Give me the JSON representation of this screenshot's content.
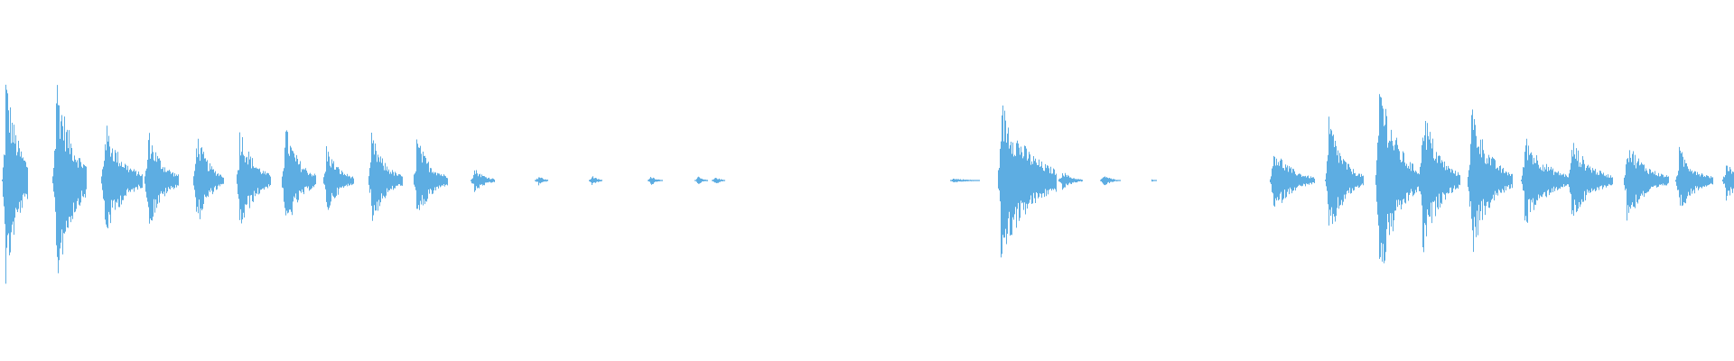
{
  "waveform": {
    "color": "#5dade2",
    "background": "#ffffff",
    "bursts": [
      {
        "t": 0.003,
        "amp": 0.99,
        "decay": 0.007,
        "dur": 0.013
      },
      {
        "t": 0.032,
        "amp": 1.0,
        "decay": 0.009,
        "dur": 0.018
      },
      {
        "t": 0.06,
        "amp": 0.55,
        "decay": 0.01,
        "dur": 0.022
      },
      {
        "t": 0.085,
        "amp": 0.48,
        "decay": 0.008,
        "dur": 0.018
      },
      {
        "t": 0.113,
        "amp": 0.45,
        "decay": 0.007,
        "dur": 0.016
      },
      {
        "t": 0.138,
        "amp": 0.5,
        "decay": 0.008,
        "dur": 0.018
      },
      {
        "t": 0.164,
        "amp": 0.52,
        "decay": 0.008,
        "dur": 0.018
      },
      {
        "t": 0.188,
        "amp": 0.32,
        "decay": 0.007,
        "dur": 0.016
      },
      {
        "t": 0.214,
        "amp": 0.42,
        "decay": 0.008,
        "dur": 0.018
      },
      {
        "t": 0.24,
        "amp": 0.4,
        "decay": 0.008,
        "dur": 0.018
      },
      {
        "t": 0.273,
        "amp": 0.12,
        "decay": 0.006,
        "dur": 0.012
      },
      {
        "t": 0.31,
        "amp": 0.05,
        "decay": 0.003,
        "dur": 0.006
      },
      {
        "t": 0.341,
        "amp": 0.05,
        "decay": 0.003,
        "dur": 0.006
      },
      {
        "t": 0.375,
        "amp": 0.05,
        "decay": 0.003,
        "dur": 0.007
      },
      {
        "t": 0.402,
        "amp": 0.04,
        "decay": 0.003,
        "dur": 0.006
      },
      {
        "t": 0.412,
        "amp": 0.04,
        "decay": 0.003,
        "dur": 0.006
      },
      {
        "t": 0.549,
        "amp": 0.02,
        "decay": 0.01,
        "dur": 0.03
      },
      {
        "t": 0.577,
        "amp": 0.72,
        "decay": 0.016,
        "dur": 0.032
      },
      {
        "t": 0.612,
        "amp": 0.1,
        "decay": 0.005,
        "dur": 0.012
      },
      {
        "t": 0.636,
        "amp": 0.06,
        "decay": 0.004,
        "dur": 0.01
      },
      {
        "t": 0.664,
        "amp": 0.01,
        "decay": 0.003,
        "dur": 0.004
      },
      {
        "t": 0.734,
        "amp": 0.32,
        "decay": 0.01,
        "dur": 0.024
      },
      {
        "t": 0.766,
        "amp": 0.6,
        "decay": 0.008,
        "dur": 0.02
      },
      {
        "t": 0.795,
        "amp": 1.02,
        "decay": 0.01,
        "dur": 0.024
      },
      {
        "t": 0.82,
        "amp": 0.72,
        "decay": 0.009,
        "dur": 0.022
      },
      {
        "t": 0.848,
        "amp": 0.72,
        "decay": 0.01,
        "dur": 0.024
      },
      {
        "t": 0.879,
        "amp": 0.42,
        "decay": 0.012,
        "dur": 0.026
      },
      {
        "t": 0.906,
        "amp": 0.38,
        "decay": 0.011,
        "dur": 0.024
      },
      {
        "t": 0.938,
        "amp": 0.37,
        "decay": 0.011,
        "dur": 0.024
      },
      {
        "t": 0.968,
        "amp": 0.3,
        "decay": 0.009,
        "dur": 0.02
      },
      {
        "t": 0.995,
        "amp": 0.18,
        "decay": 0.008,
        "dur": 0.012
      }
    ]
  }
}
